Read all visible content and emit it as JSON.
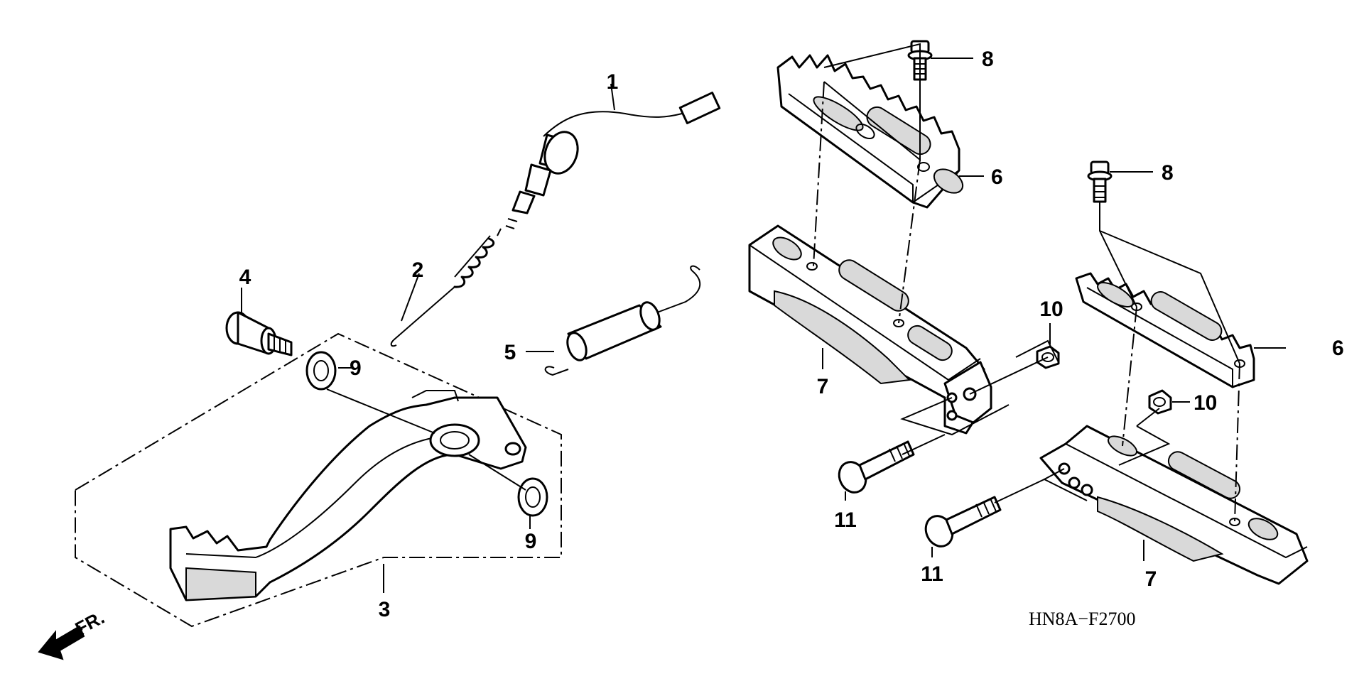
{
  "callouts": {
    "c1": "1",
    "c2": "2",
    "c3": "3",
    "c4": "4",
    "c5": "5",
    "c6a": "6",
    "c6b": "6",
    "c7a": "7",
    "c7b": "7",
    "c8a": "8",
    "c8b": "8",
    "c9a": "9",
    "c9b": "9",
    "c10a": "10",
    "c10b": "10",
    "c11a": "11",
    "c11b": "11"
  },
  "diagram_code": "HN8A−F2700",
  "direction_label": "FR."
}
